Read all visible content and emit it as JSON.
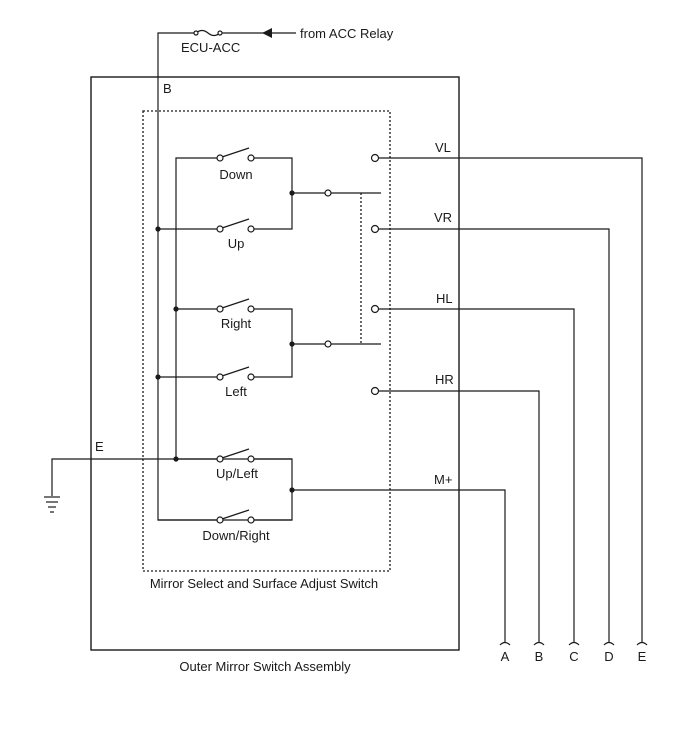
{
  "diagram": {
    "fuse_label": "ECU-ACC",
    "source_label": "from ACC Relay",
    "terminal_b": "B",
    "terminal_e": "E",
    "inner_box_label": "Mirror Select and Surface Adjust Switch",
    "outer_box_label": "Outer Mirror Switch Assembly",
    "switches": {
      "down": "Down",
      "up": "Up",
      "right": "Right",
      "left": "Left",
      "up_left": "Up/Left",
      "down_right": "Down/Right"
    },
    "outputs": {
      "vl": "VL",
      "vr": "VR",
      "hl": "HL",
      "hr": "HR",
      "m_plus": "M+"
    },
    "connectors": {
      "a": "A",
      "b": "B",
      "c": "C",
      "d": "D",
      "e": "E"
    }
  }
}
